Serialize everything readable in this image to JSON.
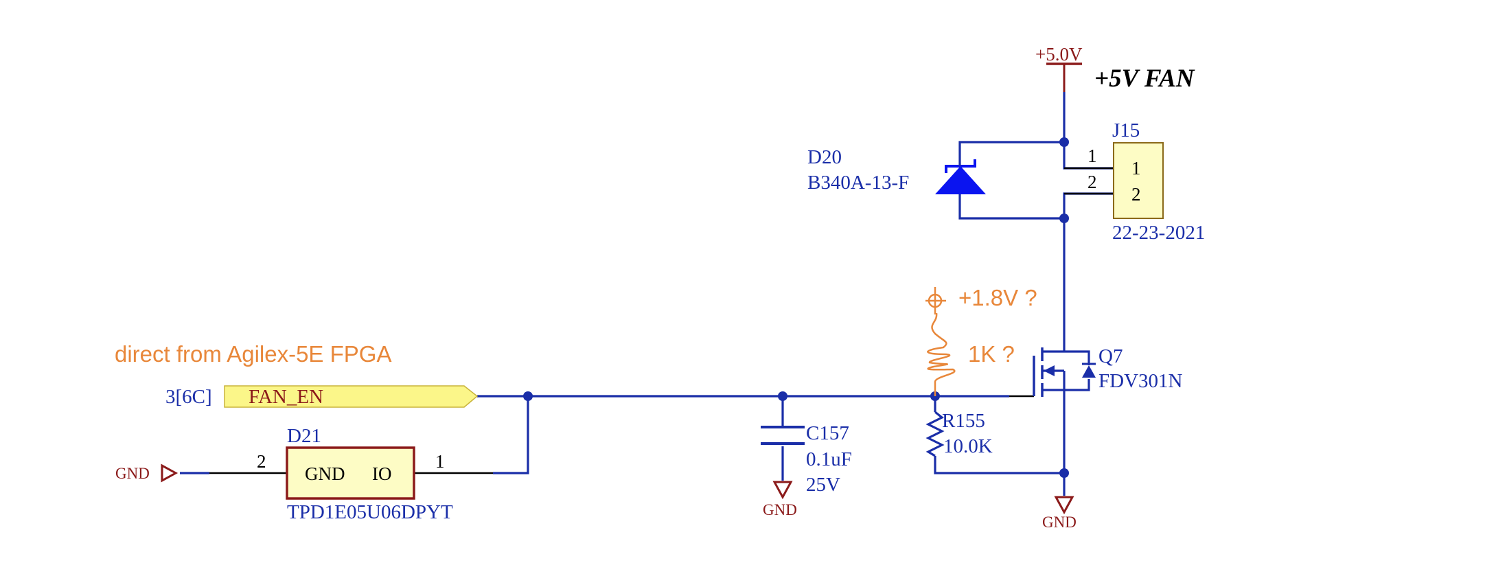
{
  "power": {
    "rail_label": "+5.0V",
    "fan_label": "+5V FAN"
  },
  "d20": {
    "ref": "D20",
    "part": "B340A-13-F"
  },
  "j15": {
    "ref": "J15",
    "pin1": "1",
    "pin2": "2",
    "part": "22-23-2021"
  },
  "annotations": {
    "fpga_note": "direct from Agilex-5E FPGA",
    "pullup_voltage": "+1.8V ?",
    "pullup_resistor": "1K ?"
  },
  "net_port": {
    "sheet_ref": "3[6C]",
    "name": "FAN_EN"
  },
  "d21": {
    "ref": "D21",
    "pin_left": "2",
    "pin_right": "1",
    "name_left": "GND",
    "name_right": "IO",
    "part": "TPD1E05U06DPYT"
  },
  "c157": {
    "ref": "C157",
    "value": "0.1uF",
    "voltage": "25V"
  },
  "r155": {
    "ref": "R155",
    "value": "10.0K"
  },
  "q7": {
    "ref": "Q7",
    "part": "FDV301N"
  },
  "gnd": {
    "label": "GND"
  },
  "colors": {
    "wire": "#1a2ea8",
    "power": "#8b1a1a",
    "annotation": "#e8873a",
    "port_fill": "#fbf689",
    "component_fill": "#fdfcc5"
  }
}
